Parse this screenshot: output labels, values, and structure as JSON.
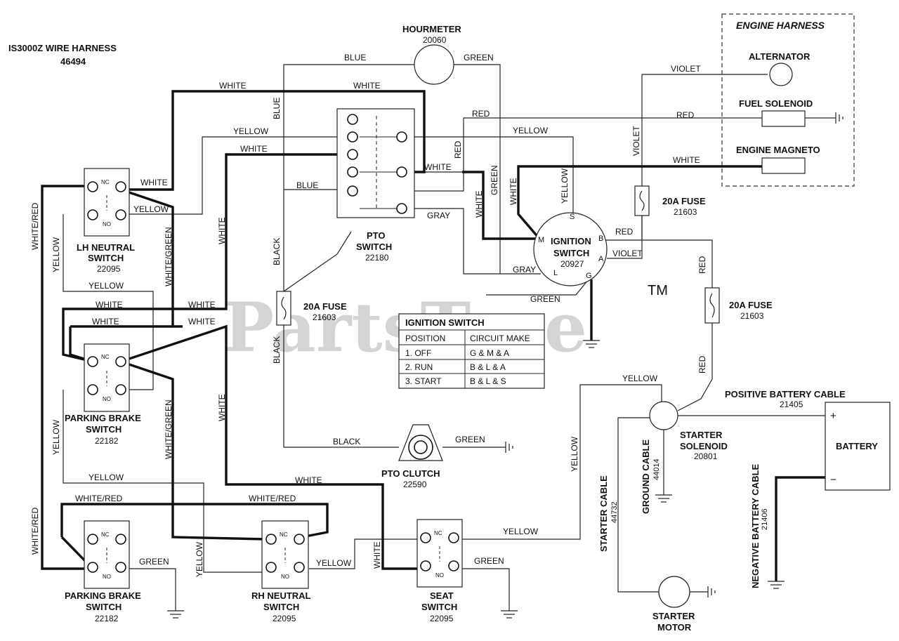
{
  "title": {
    "line1": "IS3000Z WIRE HARNESS",
    "line2": "46494"
  },
  "watermark": {
    "text": "PartsTree",
    "tm": "TM"
  },
  "engine_harness": {
    "title": "ENGINE HARNESS",
    "alternator": "ALTERNATOR",
    "fuel_solenoid": "FUEL SOLENOID",
    "engine_magneto": "ENGINE MAGNETO"
  },
  "components": {
    "hourmeter": {
      "name": "HOURMETER",
      "part": "20060"
    },
    "pto_switch": {
      "line1": "PTO",
      "line2": "SWITCH",
      "part": "22180"
    },
    "ignition_switch": {
      "line1": "IGNITION",
      "line2": "SWITCH",
      "part": "20927"
    },
    "lh_neutral": {
      "line1": "LH NEUTRAL",
      "line2": "SWITCH",
      "part": "22095"
    },
    "parking_brake_upper": {
      "line1": "PARKING BRAKE",
      "line2": "SWITCH",
      "part": "22182"
    },
    "parking_brake_lower": {
      "line1": "PARKING BRAKE",
      "line2": "SWITCH",
      "part": "22182"
    },
    "rh_neutral": {
      "line1": "RH NEUTRAL",
      "line2": "SWITCH",
      "part": "22095"
    },
    "seat_switch": {
      "line1": "SEAT",
      "line2": "SWITCH",
      "part": "22095"
    },
    "pto_clutch": {
      "name": "PTO CLUTCH",
      "part": "22590"
    },
    "fuse_a": {
      "name": "20A FUSE",
      "part": "21603"
    },
    "fuse_b": {
      "name": "20A FUSE",
      "part": "21603"
    },
    "fuse_c": {
      "name": "20A FUSE",
      "part": "21603"
    },
    "starter_solenoid": {
      "line1": "STARTER",
      "line2": "SOLENOID",
      "part": "20801"
    },
    "battery": {
      "name": "BATTERY",
      "plus": "+",
      "minus": "−"
    },
    "positive_cable": {
      "name": "POSITIVE BATTERY CABLE",
      "part": "21405"
    },
    "negative_cable": {
      "name": "NEGATIVE BATTERY CABLE",
      "part": "21406"
    },
    "ground_cable": {
      "name": "GROUND CABLE",
      "part": "44014"
    },
    "starter_cable": {
      "name": "STARTER CABLE",
      "part": "44732"
    },
    "starter_motor": {
      "line1": "STARTER",
      "line2": "MOTOR"
    }
  },
  "ignition_terminals": {
    "s": "S",
    "m": "M",
    "b": "B",
    "a": "A",
    "l": "L",
    "g": "G"
  },
  "switch_contacts": {
    "nc": "NC",
    "no": "NO"
  },
  "ignition_table": {
    "title": "IGNITION SWITCH",
    "headers": [
      "POSITION",
      "CIRCUIT MAKE"
    ],
    "rows": [
      [
        "1. OFF",
        "G & M & A"
      ],
      [
        "2. RUN",
        "B & L & A"
      ],
      [
        "3. START",
        "B & L & S"
      ]
    ]
  },
  "wires": {
    "blue": "BLUE",
    "green": "GREEN",
    "white": "WHITE",
    "yellow": "YELLOW",
    "red": "RED",
    "violet": "VIOLET",
    "black": "BLACK",
    "gray": "GRAY",
    "white_red": "WHITE/RED",
    "white_green": "WHITE/GREEN"
  }
}
